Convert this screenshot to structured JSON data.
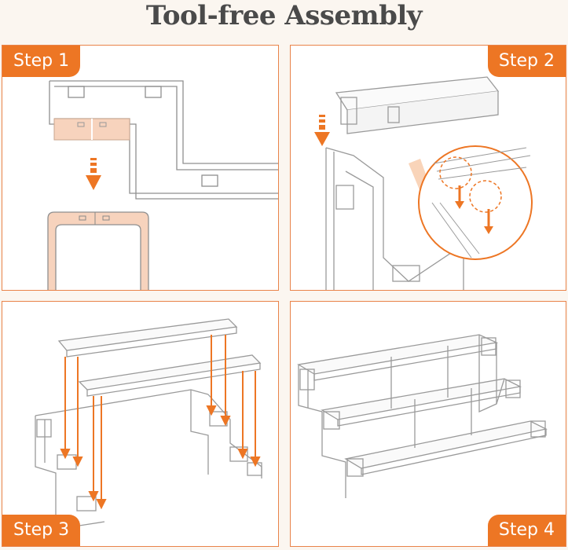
{
  "title": "Tool-free Assembly",
  "steps": [
    {
      "label": "Step 1"
    },
    {
      "label": "Step 2"
    },
    {
      "label": "Step 3"
    },
    {
      "label": "Step 4"
    }
  ],
  "colors": {
    "accent": "#ed7624",
    "panel_border": "#e9834a",
    "highlight_fill": "#f7d3bd",
    "outline": "#9a9a9a",
    "background": "#fbf6f0"
  }
}
